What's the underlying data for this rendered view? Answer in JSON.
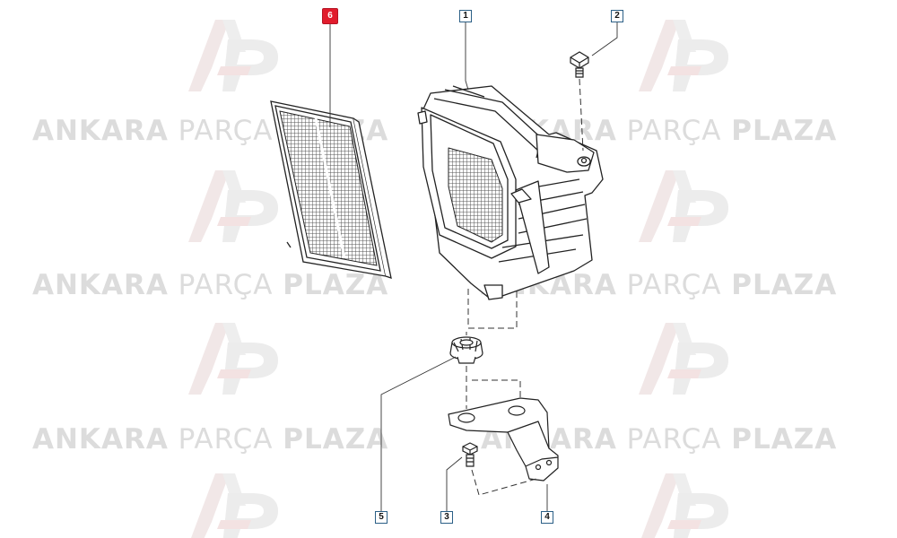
{
  "watermark": {
    "part1": "ANKARA",
    "part2": "PARÇA",
    "part3": "PLAZA",
    "logo": "ap-logo"
  },
  "callouts": [
    {
      "id": "callout-6",
      "label": "6",
      "highlighted": true
    },
    {
      "id": "callout-1",
      "label": "1",
      "highlighted": false
    },
    {
      "id": "callout-2",
      "label": "2",
      "highlighted": false
    },
    {
      "id": "callout-5",
      "label": "5",
      "highlighted": false
    },
    {
      "id": "callout-3",
      "label": "3",
      "highlighted": false
    },
    {
      "id": "callout-4",
      "label": "4",
      "highlighted": false
    }
  ],
  "colors": {
    "highlight": "#e11c2c",
    "callout_border": "#2b5f86",
    "watermark": "#dcdcdc"
  }
}
